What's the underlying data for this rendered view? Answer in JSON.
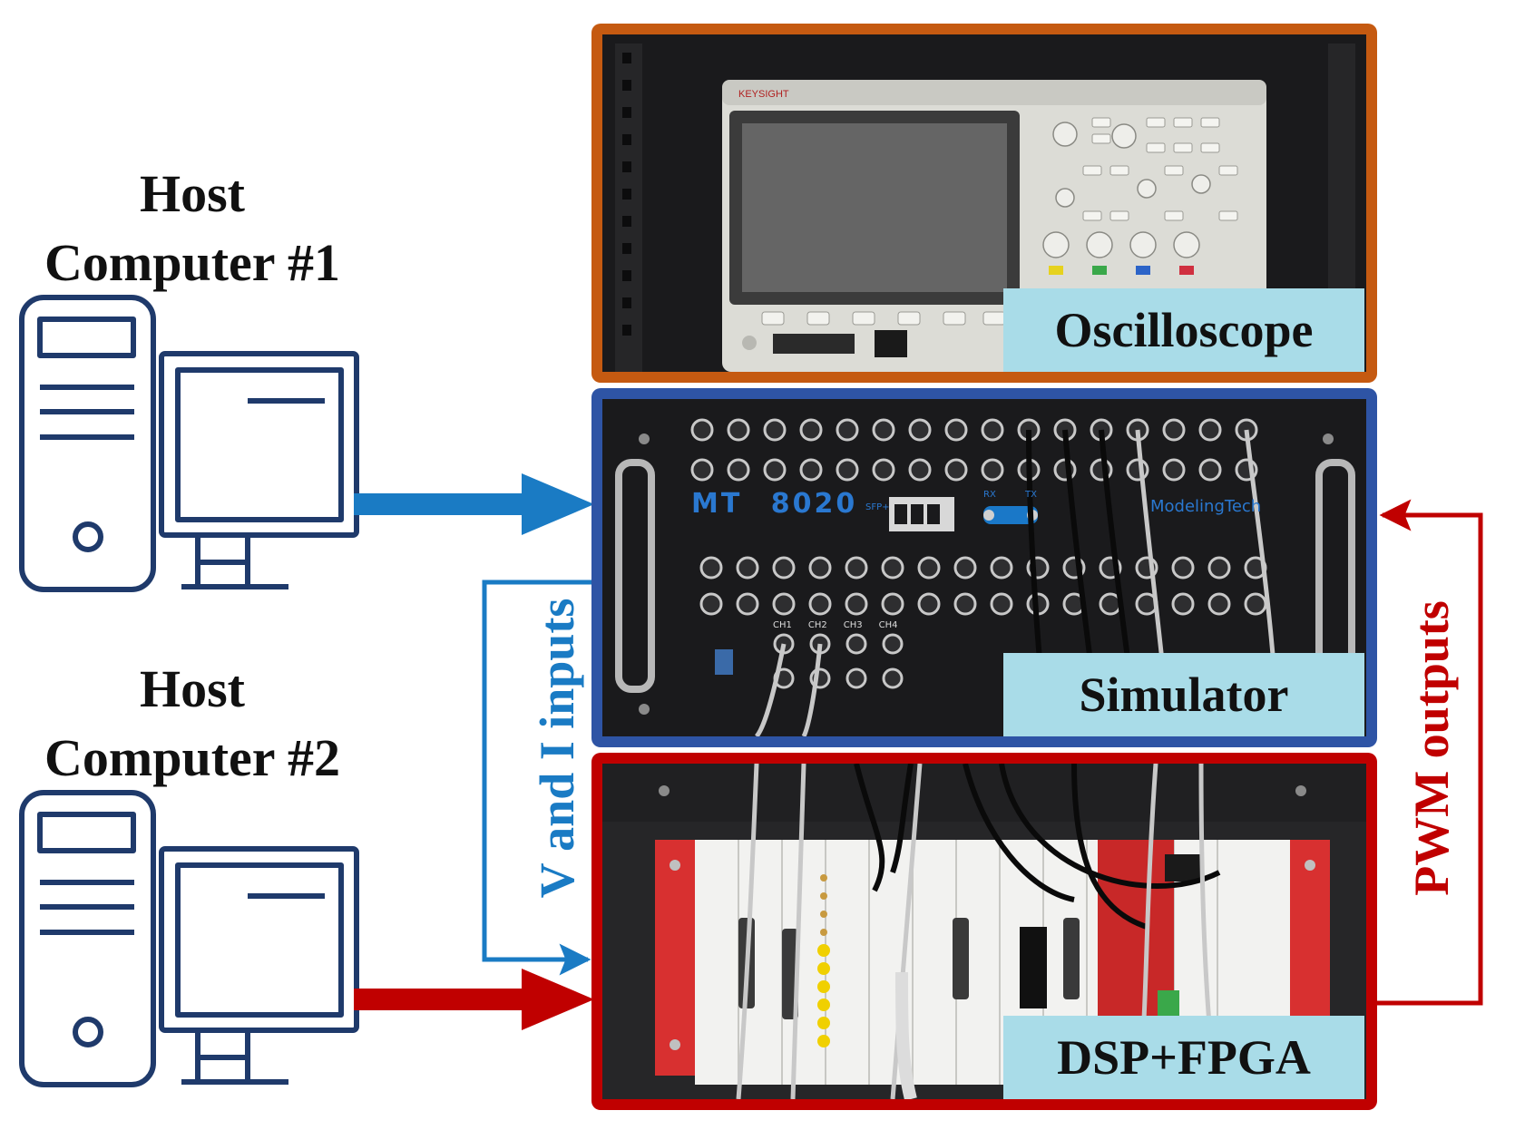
{
  "hosts": [
    {
      "line1": "Host",
      "line2": "Computer #1"
    },
    {
      "line1": "Host",
      "line2": "Computer #2"
    }
  ],
  "panels": {
    "oscilloscope": {
      "label": "Oscilloscope",
      "border_color": "#c55a11",
      "device_brand": "KEYSIGHT"
    },
    "simulator": {
      "label": "Simulator",
      "border_color": "#2e54a5",
      "device_model": "MT 8020",
      "brand_text": "ModelingTech",
      "channels": [
        "CH1",
        "CH2",
        "CH3",
        "CH4"
      ],
      "sfp_label": "SFP+",
      "rx_label": "RX",
      "tx_label": "TX"
    },
    "dsp_fpga": {
      "label": "DSP+FPGA",
      "border_color": "#c00000"
    }
  },
  "signals": {
    "v_and_i_inputs": {
      "label": "V and I inputs",
      "color": "#1a7bc4"
    },
    "pwm_outputs": {
      "label": "PWM outputs",
      "color": "#c00000"
    }
  },
  "icon_color": "#1f3a6b"
}
